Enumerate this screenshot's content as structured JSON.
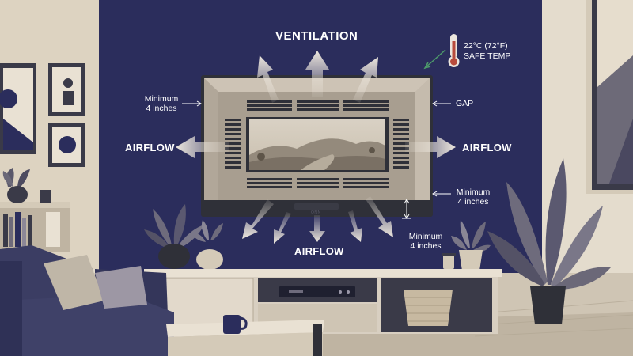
{
  "labels": {
    "ventilation": "VENTILATION",
    "temp_line1": "22°C (72°F)",
    "temp_line2": "SAFE TEMP",
    "min_left_line1": "Minimum",
    "min_left_line2": "4 inches",
    "gap": "GAP",
    "airflow_left": "AIRFLOW",
    "airflow_right": "AIRFLOW",
    "airflow_bottom": "AIRFLOW",
    "min_right_line1": "Minimum",
    "min_right_line2": "4 inches",
    "min_bottom_line1": "Minimum",
    "min_bottom_line2": "4 inches",
    "tv_brand": "ONN"
  },
  "icons": {
    "thermometer": "thermometer-icon",
    "arrow": "arrow-icon"
  },
  "colors": {
    "wall": "#2b2d5c",
    "beige": "#e9e1d3",
    "tv_frame": "#bdb3a5",
    "arrow": "#ece6dd",
    "sofa": "#3b3d63",
    "cabinet": "#d8cfc1"
  }
}
